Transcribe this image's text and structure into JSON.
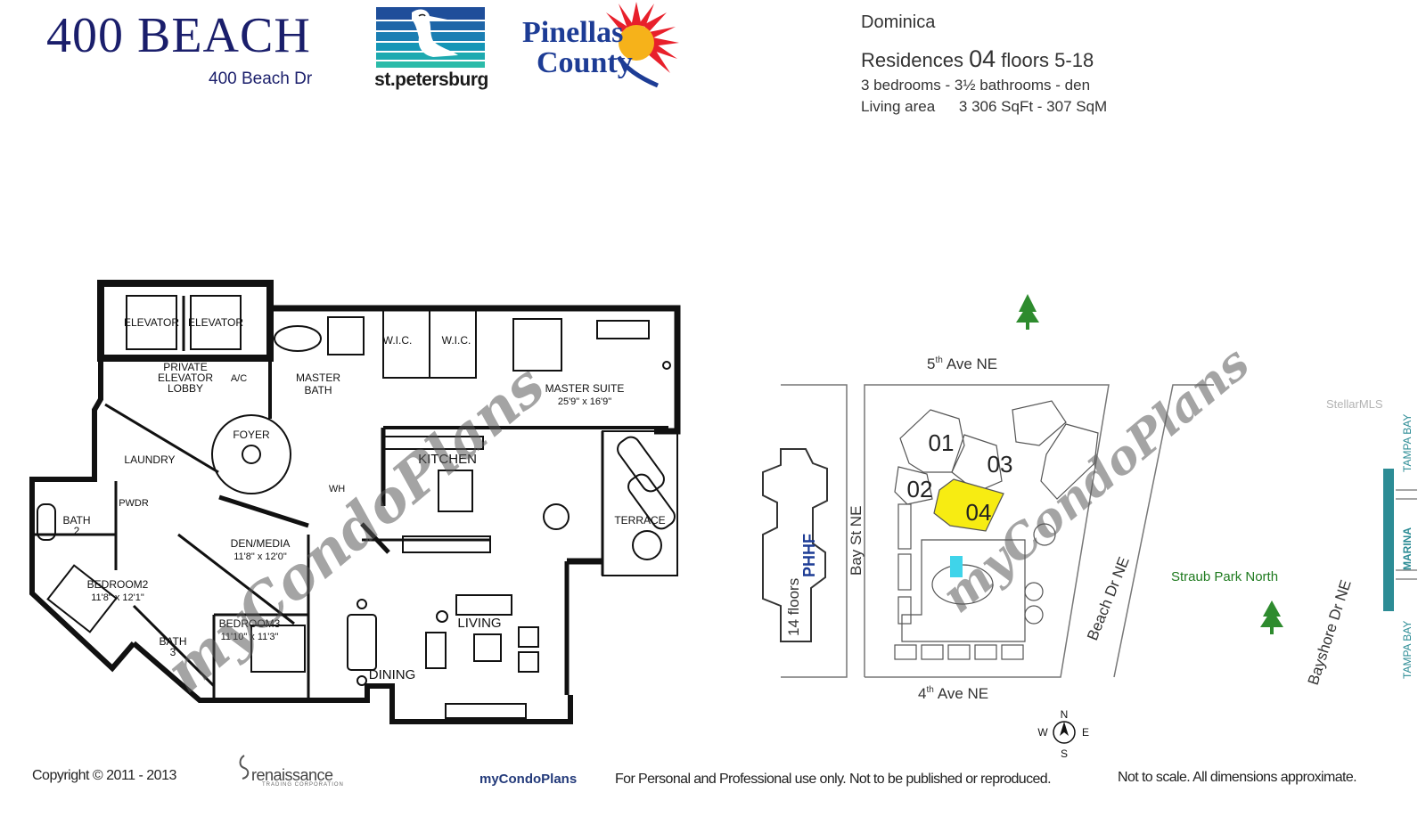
{
  "header": {
    "title": "400 BEACH",
    "address": "400 Beach Dr",
    "city_logo_text": "st.petersburg",
    "county_logo_line1": "Pinellas",
    "county_logo_line2": "County"
  },
  "unit": {
    "building": "Dominica",
    "residences_label": "Residences",
    "residence_number": "04",
    "floors_label": "floors",
    "floors_range": "5-18",
    "rooms": "3 bedrooms - 3½ bathrooms - den",
    "living_area_label": "Living area",
    "living_area_value": "3 306 SqFt - 307 SqM"
  },
  "floorplan": {
    "elevator_left": "ELEVATOR",
    "elevator_right": "ELEVATOR",
    "private_lobby": [
      "PRIVATE",
      "ELEVATOR",
      "LOBBY"
    ],
    "ac": "A/C",
    "master_bath": [
      "MASTER",
      "BATH"
    ],
    "wic_1": "W.I.C.",
    "wic_2": "W.I.C.",
    "master_suite": "MASTER SUITE",
    "master_suite_dim": "25'9\" x 16'9\"",
    "laundry": "LAUNDRY",
    "foyer": "FOYER",
    "wh": "WH",
    "kitchen": "KITCHEN",
    "terrace": "TERRACE",
    "pwdr": "PWDR",
    "bath2": [
      "BATH",
      "2"
    ],
    "den": "DEN/MEDIA",
    "den_dim": "11'8\" x 12'0\"",
    "bedroom2": "BEDROOM2",
    "bedroom2_dim": "11'8\" x 12'1\"",
    "bedroom3": "BEDROOM3",
    "bedroom3_dim": "11'10\" x 11'3\"",
    "bath3": [
      "BATH",
      "3"
    ],
    "living": "LIVING",
    "dining": "DINING"
  },
  "siteplan": {
    "street_top_prefix": "5",
    "street_top_sup": "th",
    "street_top_suffix": "Ave NE",
    "street_bottom_prefix": "4",
    "street_bottom_sup": "th",
    "street_bottom_suffix": "Ave NE",
    "bay_st": "Bay St NE",
    "beach_dr": "Beach Dr NE",
    "bayshore_dr": "Bayshore Dr NE",
    "straub_park": "Straub Park North",
    "tower_label": "14 floors",
    "tower_sign": "PHHF",
    "units": [
      "01",
      "02",
      "03",
      "04"
    ],
    "marina": "MARINA",
    "tampa_bay_top": "TAMPA BAY",
    "tampa_bay_bottom": "TAMPA BAY",
    "compass": {
      "n": "N",
      "s": "S",
      "e": "E",
      "w": "W"
    },
    "highlight_color": "#f7ec12",
    "pool_color": "#3fd4ea",
    "park_color": "#1e7a1e",
    "marina_color": "#2c8c95"
  },
  "watermark": "myCondoPlans",
  "footer": {
    "copyright": "Copyright © 2011 - 2013",
    "renaissance": "renaissance",
    "renaissance_sub": "TRADING CORPORATION",
    "mycondoplans": "myCondoPlans",
    "usage": "For Personal and Professional use only.  Not to be published or reproduced.",
    "scale_note": "Not to scale.  All dimensions approximate."
  },
  "stellar_mark": "StellarMLS"
}
